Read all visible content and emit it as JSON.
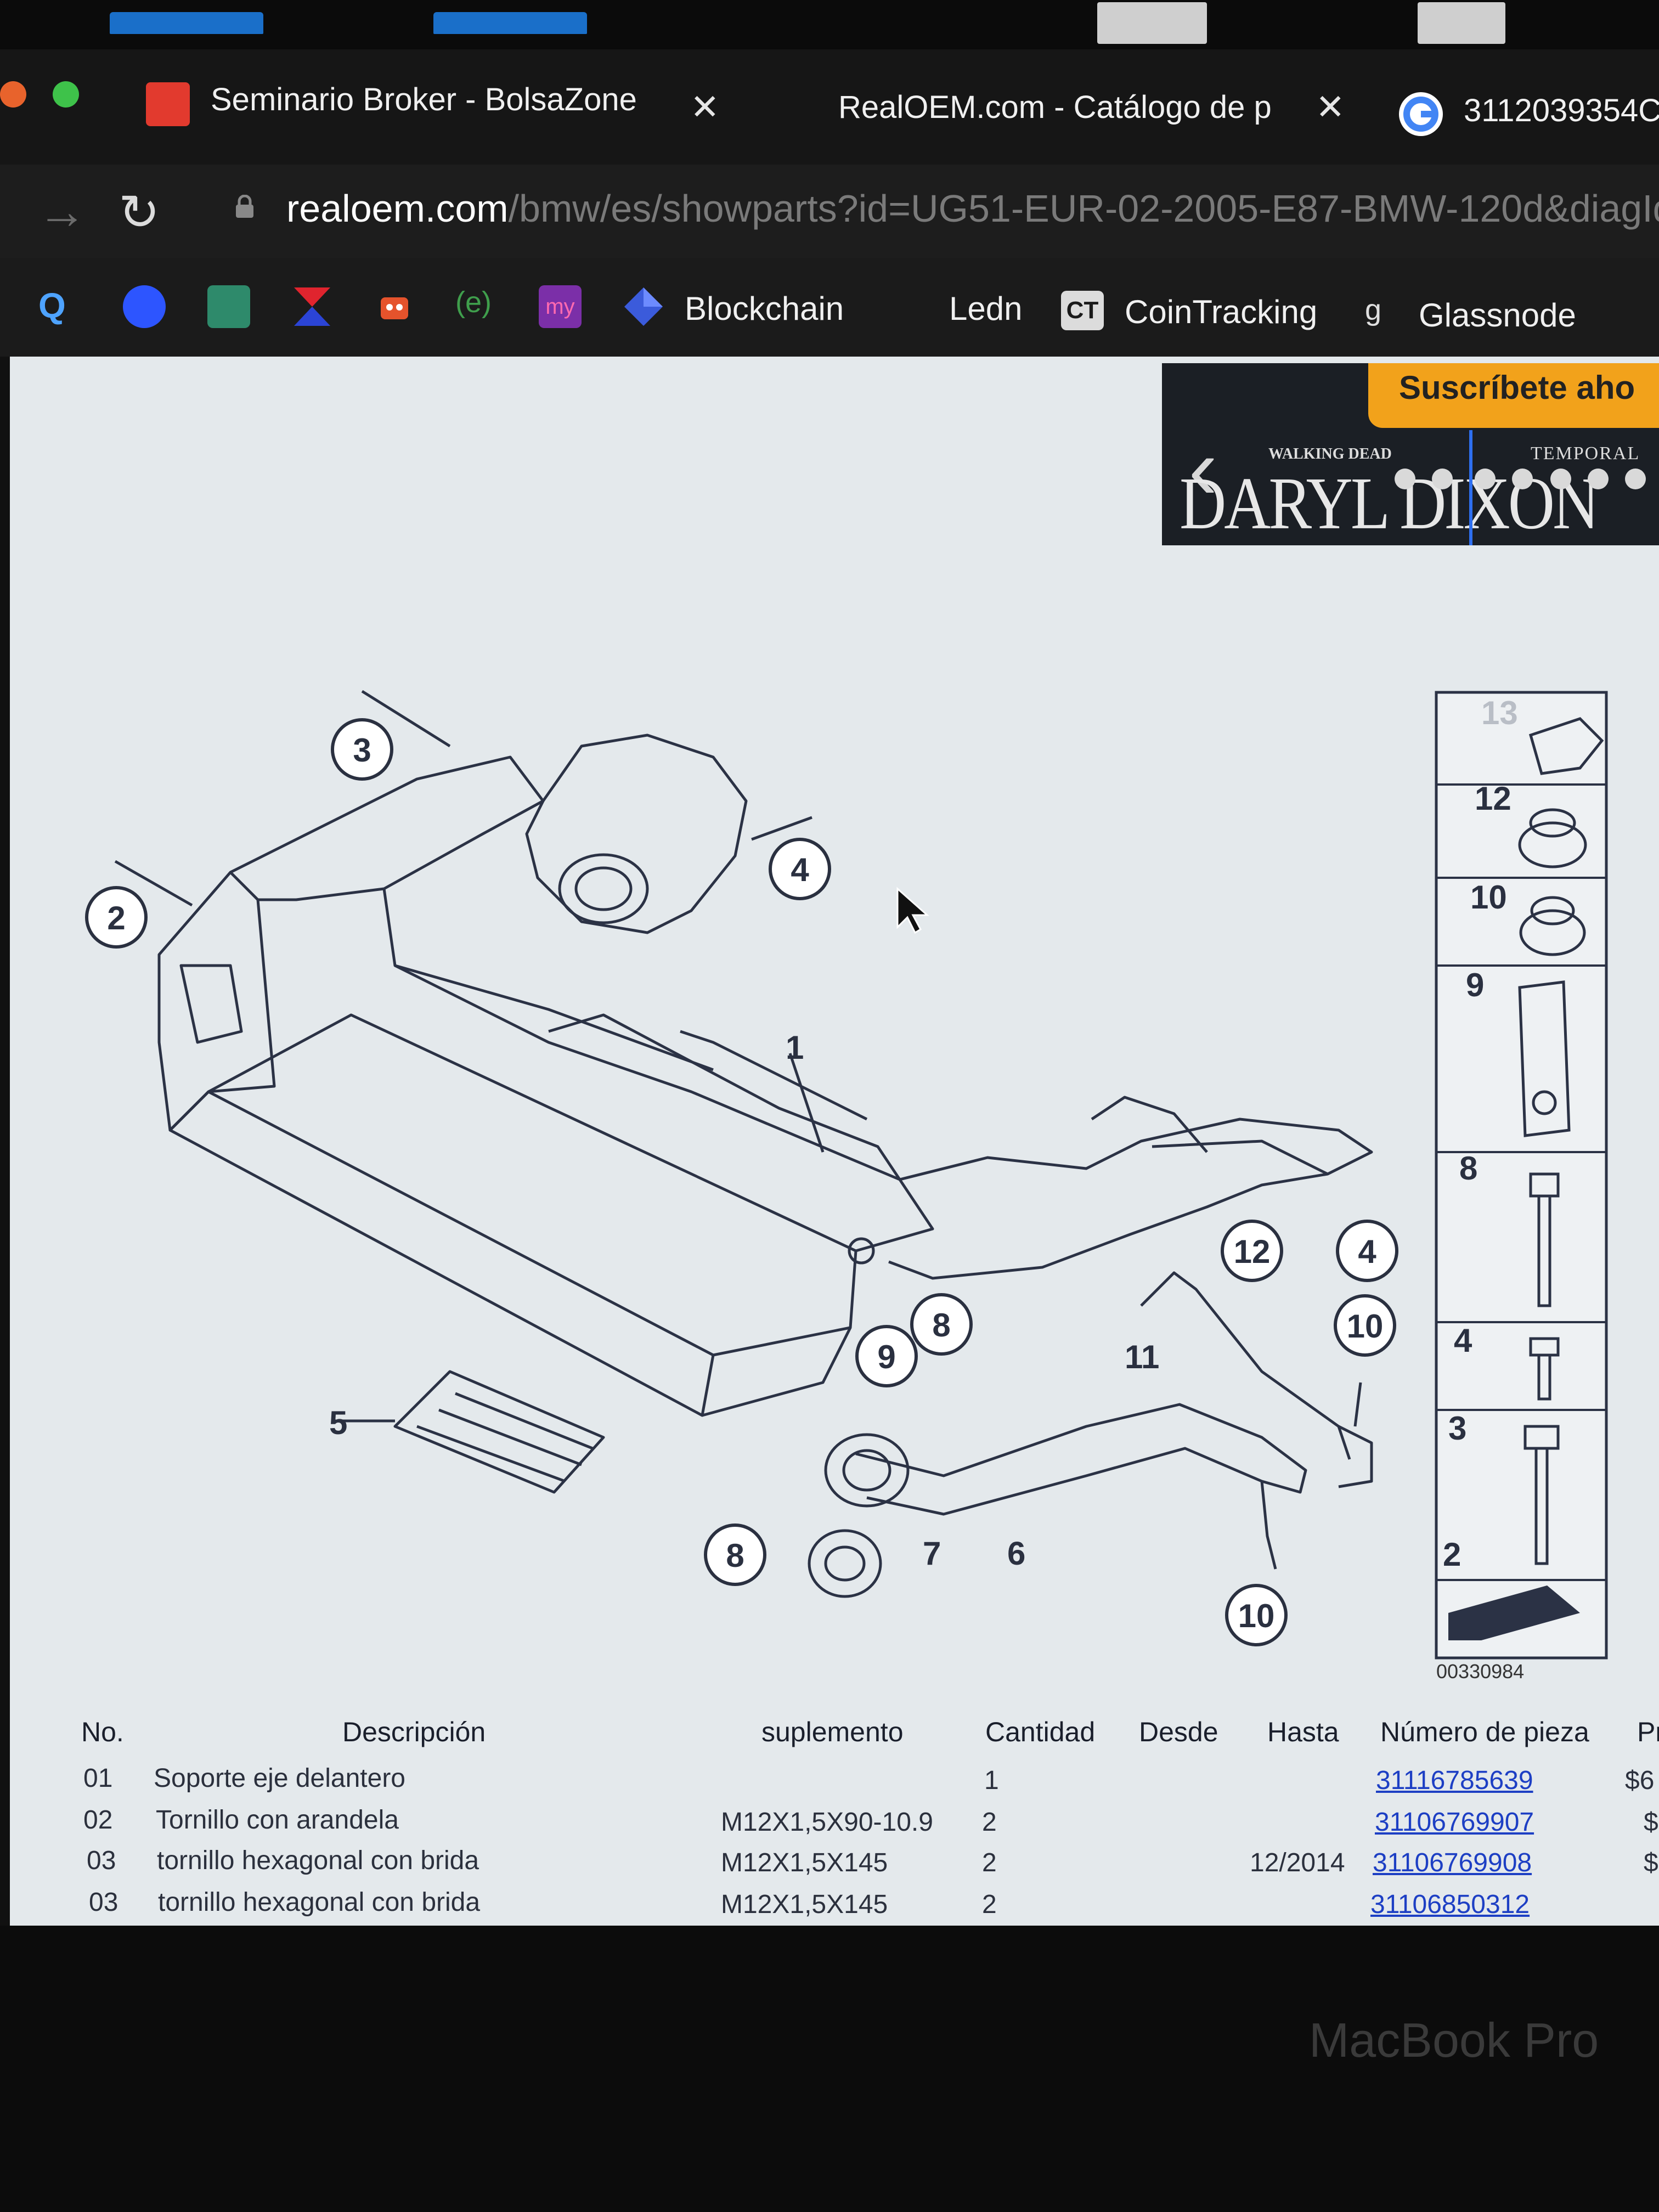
{
  "browser": {
    "tabs": [
      {
        "title": "Seminario Broker - BolsaZone"
      },
      {
        "title": "RealOEM.com - Catálogo de p"
      },
      {
        "title": "3112039354C"
      }
    ],
    "url_host": "realoem.com",
    "url_path": "/bmw/es/showparts?id=UG51-EUR-02-2005-E87-BMW-120d&diagId",
    "bookmarks": [
      {
        "label": "Blockchain"
      },
      {
        "label": "Ledn"
      },
      {
        "label": "CoinTracking",
        "icon_text": "CT"
      },
      {
        "label": "Glassnode",
        "icon_text": "g"
      }
    ],
    "bookmark_icon_text": {
      "my": "my",
      "e": "(e)"
    }
  },
  "ad": {
    "cta": "Suscríbete aho",
    "title": "DARYL DIXON",
    "kicker": "WALKING DEAD",
    "season": "TEMPORAL"
  },
  "diagram": {
    "code": "00330984",
    "callouts": [
      "2",
      "3",
      "4",
      "4",
      "8",
      "8",
      "9",
      "10",
      "10",
      "12"
    ],
    "plain_labels": [
      "1",
      "5",
      "6",
      "7",
      "11"
    ],
    "side_items": [
      "13",
      "12",
      "10",
      "9",
      "8",
      "4",
      "3",
      "2"
    ]
  },
  "table": {
    "headers": {
      "no": "No.",
      "description": "Descripción",
      "supplement": "suplemento",
      "quantity": "Cantidad",
      "from": "Desde",
      "to": "Hasta",
      "part_number": "Número de pieza",
      "price": "Pr"
    },
    "rows": [
      {
        "no": "01",
        "description": "Soporte eje delantero",
        "supplement": "",
        "quantity": "1",
        "from": "",
        "to": "",
        "part_number": "31116785639",
        "price": "$6"
      },
      {
        "no": "02",
        "description": "Tornillo con arandela",
        "supplement": "M12X1,5X90-10.9",
        "quantity": "2",
        "from": "",
        "to": "",
        "part_number": "31106769907",
        "price": "$"
      },
      {
        "no": "03",
        "description": "tornillo hexagonal con brida",
        "supplement": "M12X1,5X145",
        "quantity": "2",
        "from": "",
        "to": "12/2014",
        "part_number": "31106769908",
        "price": "$"
      },
      {
        "no": "03",
        "description": "tornillo hexagonal con brida",
        "supplement": "M12X1,5X145",
        "quantity": "2",
        "from": "",
        "to": "",
        "part_number": "31106850312",
        "price": ""
      }
    ]
  },
  "device": {
    "brand": "MacBook Pro"
  }
}
